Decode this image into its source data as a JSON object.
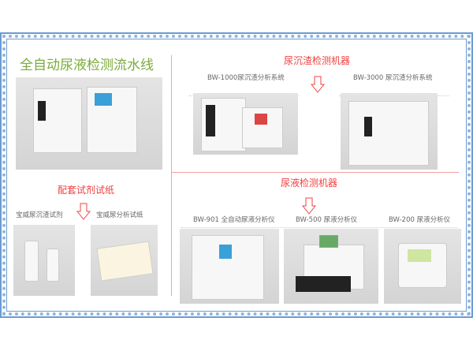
{
  "pipeline": {
    "title": "全自动尿液检测流水线"
  },
  "sediment": {
    "heading": "尿沉渣检测机器",
    "products": [
      {
        "label": "BW-1000尿沉渣分析系统"
      },
      {
        "label": "BW-3000 尿沉渣分析系统"
      }
    ]
  },
  "reagents": {
    "heading": "配套试剂试纸",
    "products": [
      {
        "label": "宝威尿沉渣试剂"
      },
      {
        "label": "宝威尿分析试纸"
      }
    ]
  },
  "urine": {
    "heading": "尿液检测机器",
    "products": [
      {
        "label": "BW-901 全自动尿液分析仪"
      },
      {
        "label": "BW-500 尿液分析仪"
      },
      {
        "label": "BW-200 尿液分析仪"
      }
    ]
  },
  "colors": {
    "frame": "#6b9bd1",
    "title_green": "#7aab3a",
    "heading_red": "#f04040"
  }
}
